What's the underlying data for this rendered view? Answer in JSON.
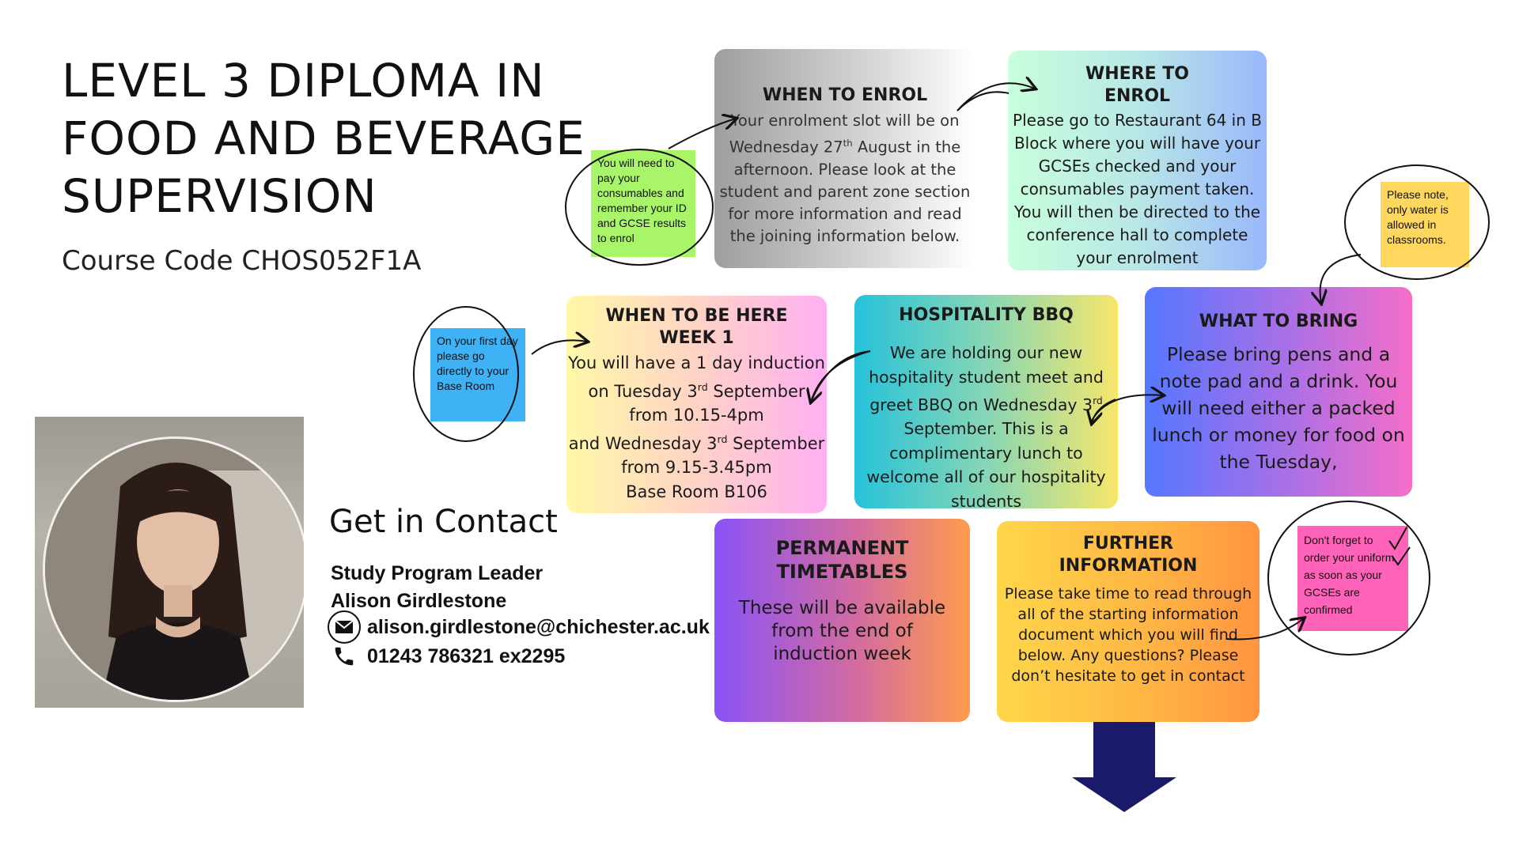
{
  "header": {
    "title_line1": "LEVEL 3 DIPLOMA IN",
    "title_line2": "FOOD AND BEVERAGE",
    "title_line3": "SUPERVISION",
    "course_code": "Course Code CHOS052F1A"
  },
  "contact": {
    "heading": "Get in Contact",
    "role": "Study Program Leader",
    "name": "Alison Girdlestone",
    "email": "alison.girdlestone@chichester.ac.uk",
    "phone": "01243 786321 ex2295"
  },
  "boxes": {
    "enrol_when": {
      "title": "WHEN TO ENROL",
      "text_pre": "Your enrolment slot will be on Wednesday 27",
      "sup": "th",
      "text_post": " August in the afternoon. Please look at the student and parent zone section for more information and read the joining information below."
    },
    "enrol_where": {
      "title": "WHERE TO ENROL",
      "text": "Please go to Restaurant 64 in B Block where you will have your GCSEs checked and your consumables payment taken. You will then be directed to the conference hall to complete your enrolment"
    },
    "week1": {
      "title_line1": "WHEN TO BE HERE",
      "title_line2": "WEEK 1",
      "l1": "You will have a 1 day induction",
      "l2_pre": "on Tuesday 3",
      "l2_sup": "rd",
      "l2_post": "  September",
      "l3": "from 10.15-4pm",
      "l4_pre": "and Wednesday 3",
      "l4_sup": "rd",
      "l4_post": " September",
      "l5": "from 9.15-3.45pm",
      "l6": "Base Room B106"
    },
    "bbq": {
      "title": "HOSPITALITY BBQ",
      "text_pre": "We are holding our new hospitality student meet and greet BBQ on Wednesday 3",
      "sup": "rd",
      "text_post": " September. This is a complimentary lunch to welcome all of our hospitality students"
    },
    "bring": {
      "title": "WHAT TO BRING",
      "text": "Please bring pens and a note pad and a drink. You will need either a packed lunch or money for food on the Tuesday,"
    },
    "timetables": {
      "title_line1": "PERMANENT",
      "title_line2": "TIMETABLES",
      "text": "These will be available from the end of induction week"
    },
    "further": {
      "title_line1": "FURTHER",
      "title_line2": "INFORMATION",
      "text": "Please take time to read through all of the starting information document which you will find below. Any questions? Please don’t hesitate to get in contact"
    }
  },
  "notes": {
    "consumables": "You will need to pay your consumables and remember your ID and GCSE results to enrol",
    "base_room": "On your first day please go directly to your Base Room",
    "water": "Please note, only water is allowed in classrooms.",
    "uniform": "Don't forget to order your uniform as soon as your GCSEs are confirmed"
  },
  "icons": {
    "email": "envelope-icon",
    "phone": "phone-icon",
    "arrow": "down-arrow-icon"
  },
  "colors": {
    "note_green": "#a9f56a",
    "note_blue": "#3eb2f5",
    "note_yellow": "#ffd75e",
    "note_pink": "#ff63b9",
    "arrow_navy": "#1a1a6b"
  }
}
